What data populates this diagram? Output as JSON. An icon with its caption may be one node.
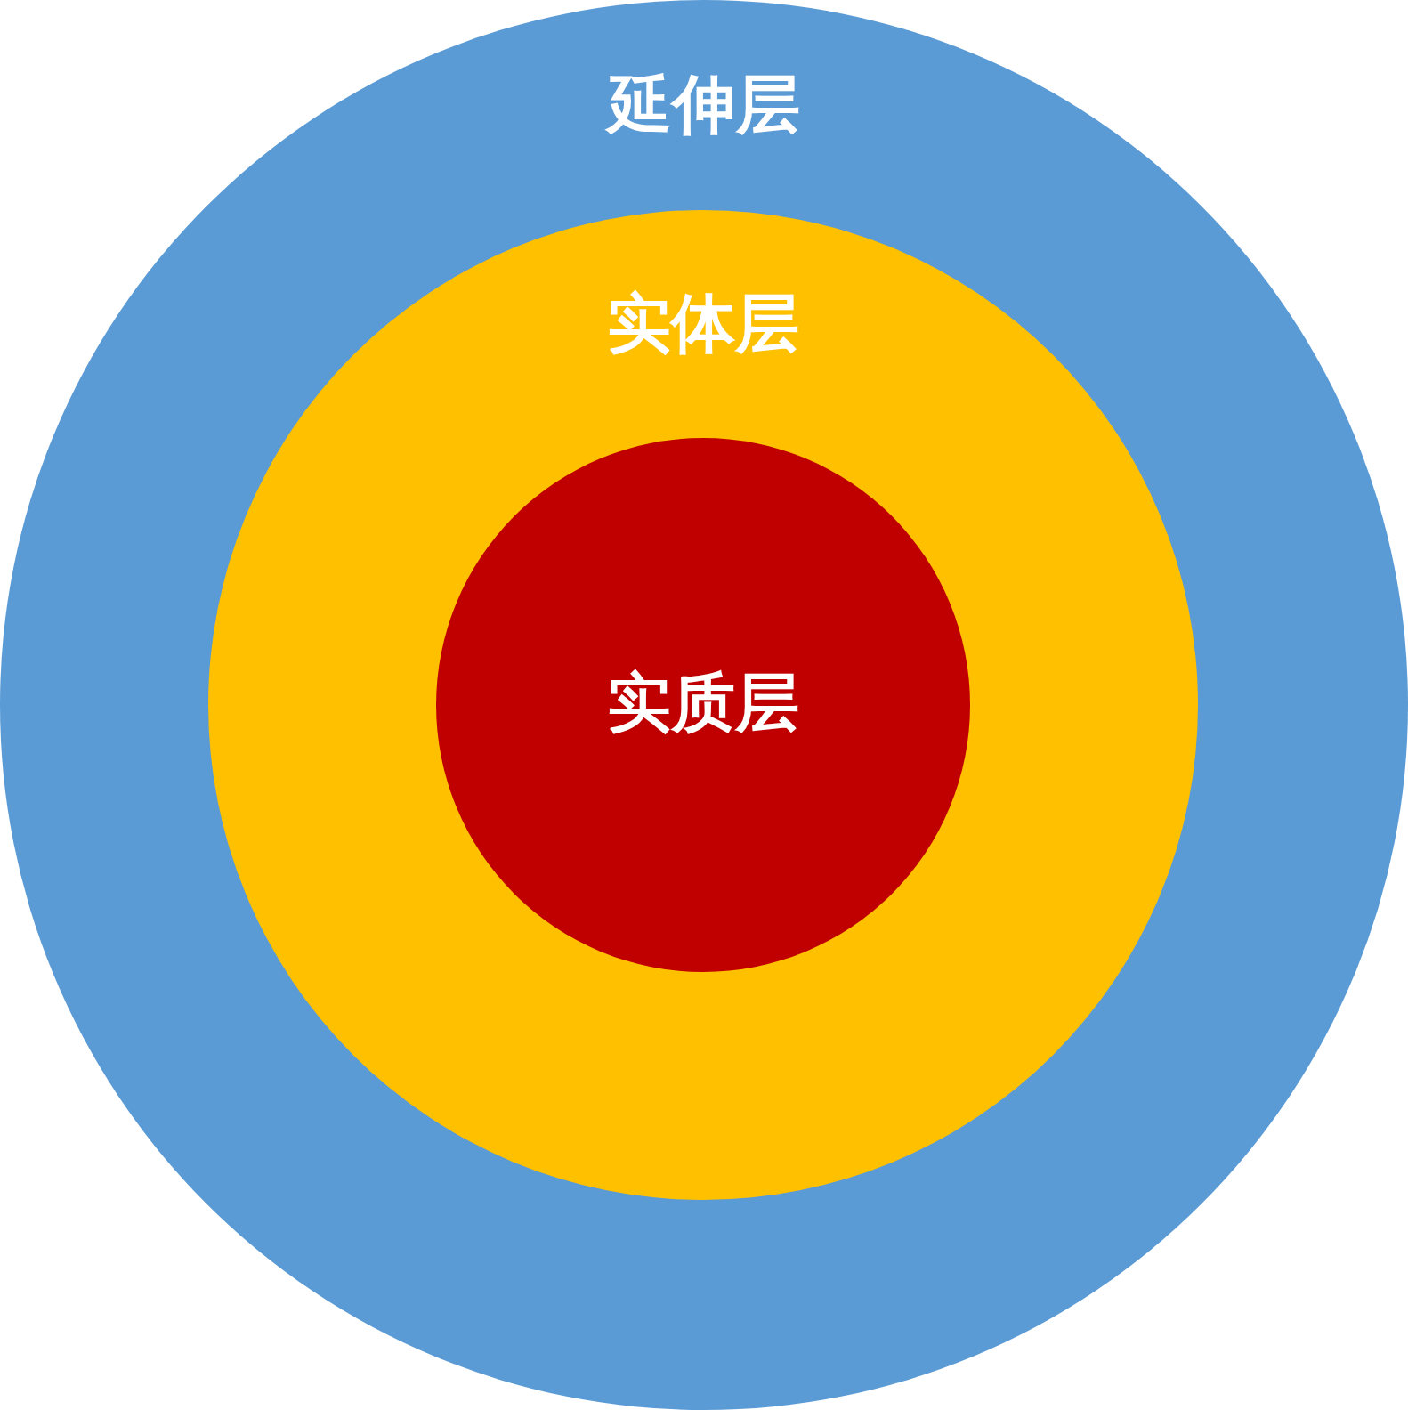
{
  "diagram": {
    "nodes": [
      {
        "text": [
          "延伸层"
        ]
      },
      {
        "text": [
          "实体层"
        ],
        "in": 0
      },
      {
        "text": [
          "实质层"
        ],
        "in": 1
      }
    ]
  }
}
